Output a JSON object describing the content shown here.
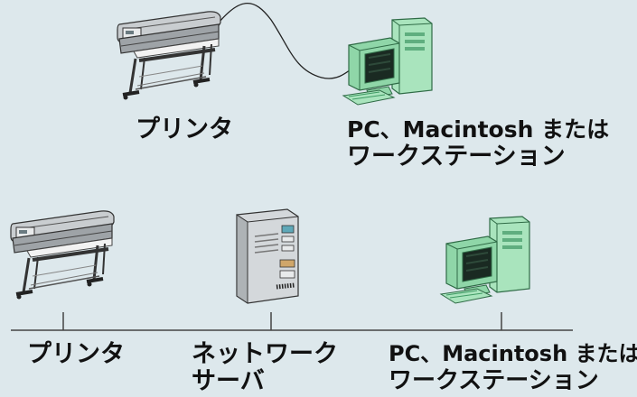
{
  "top_section": {
    "printer_label": "プリンタ",
    "computer_label_line1": "PC、Macintosh または",
    "computer_label_line2": "ワークステーション"
  },
  "bottom_section": {
    "printer_label": "プリンタ",
    "server_label_line1": "ネットワーク",
    "server_label_line2": "サーバ",
    "computer_label_line1": "PC、Macintosh または",
    "computer_label_line2": "ワークステーション"
  },
  "icons": {
    "printer": "large-format-printer-icon",
    "computer": "desktop-computer-icon",
    "server": "network-server-icon"
  },
  "colors": {
    "background": "#dde8ec",
    "computer_green": "#8fd6a8",
    "computer_green_dark": "#3f9a64",
    "printer_gray": "#b8bcbf",
    "server_gray": "#c9cdd0"
  }
}
